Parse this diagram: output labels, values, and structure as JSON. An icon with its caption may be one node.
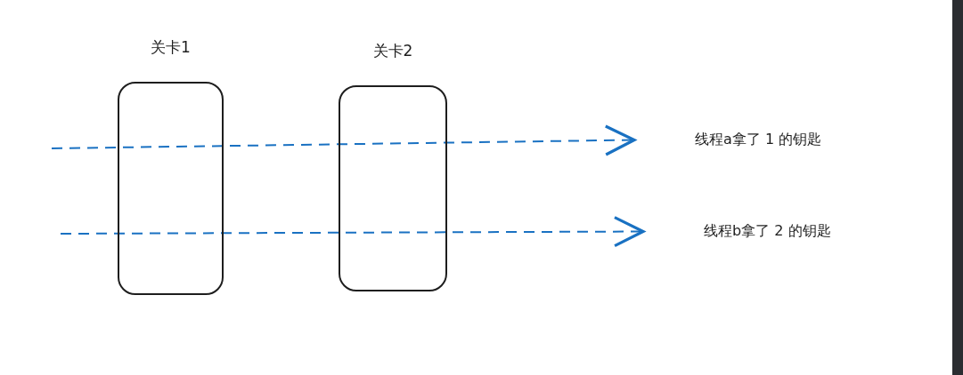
{
  "diagram": {
    "nodes": [
      {
        "text": [
          "关卡1"
        ]
      },
      {
        "text": [
          "关卡2"
        ]
      },
      {
        "text": [
          "线程a拿了 1 的钥匙"
        ]
      },
      {
        "text": [
          "线程b拿了 2 的钥匙"
        ]
      }
    ],
    "edges": [
      {
        "from": null,
        "to": 2,
        "arrow": "to",
        "style": "dashed"
      },
      {
        "from": null,
        "to": 3,
        "arrow": "to",
        "style": "dashed"
      }
    ]
  }
}
